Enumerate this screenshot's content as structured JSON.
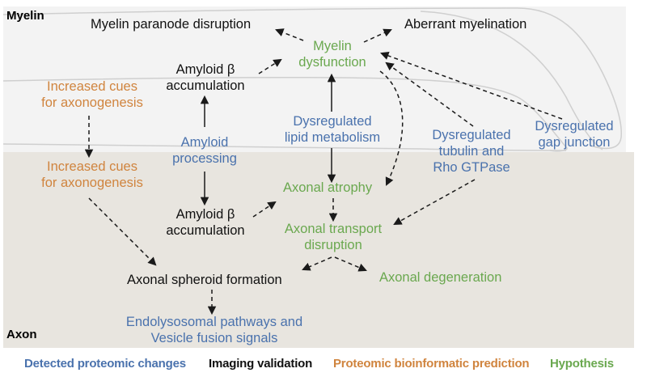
{
  "regions": {
    "top": "Myelin",
    "bottom": "Axon"
  },
  "nodes": {
    "myelin_paranode": "Myelin paranode disruption",
    "aberrant_myelination": "Aberrant myelination",
    "myelin_dysfunction": [
      "Myelin",
      "dysfunction"
    ],
    "amyloid_top": [
      "Amyloid β",
      "accumulation"
    ],
    "cues_top": [
      "Increased cues",
      "for axonogenesis"
    ],
    "lipid": [
      "Dysregulated",
      "lipid metabolism"
    ],
    "amyloid_processing": [
      "Amyloid",
      "processing"
    ],
    "tubulin": [
      "Dysregulated",
      "tubulin and",
      "Rho GTPase"
    ],
    "gap_junction": [
      "Dysregulated",
      "gap junction"
    ],
    "cues_bottom": [
      "Increased cues",
      "for axonogenesis"
    ],
    "axonal_atrophy": "Axonal atrophy",
    "amyloid_bottom": [
      "Amyloid β",
      "accumulation"
    ],
    "transport": [
      "Axonal transport",
      "disruption"
    ],
    "spheroid": "Axonal spheroid formation",
    "degeneration": "Axonal degeneration",
    "endolysosomal": [
      "Endolysosomal pathways and",
      "Vesicle fusion signals"
    ]
  },
  "legend": [
    {
      "label": "Detected proteomic changes",
      "color": "#4a72ad"
    },
    {
      "label": "Imaging validation",
      "color": "#111111"
    },
    {
      "label": "Proteomic bioinformatic prediction",
      "color": "#d0843e"
    },
    {
      "label": "Hypothesis",
      "color": "#6aa84f"
    }
  ],
  "colors": {
    "myelin_bg": "#f2f2f2",
    "axon_bg": "#e8e5df",
    "arrow": "#1a1a1a"
  }
}
